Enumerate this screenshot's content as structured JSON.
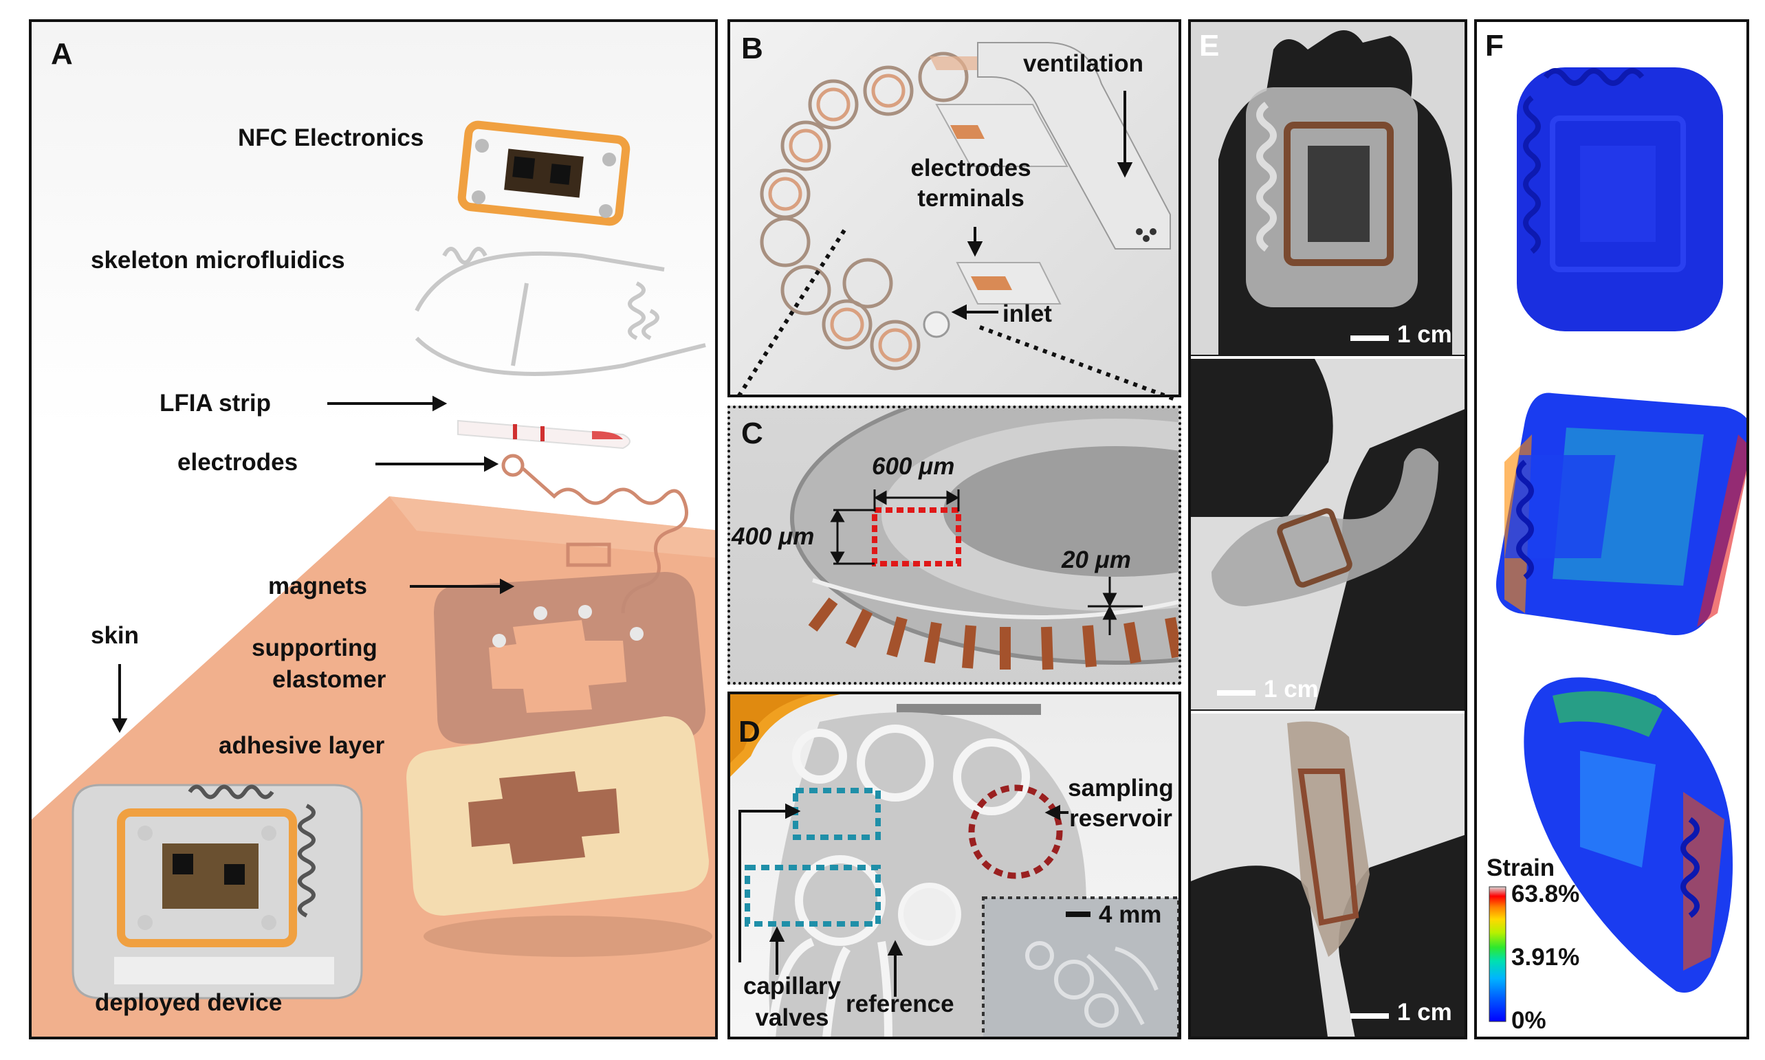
{
  "panels": {
    "a": {
      "letter": "A",
      "labels": {
        "nfc": "NFC Electronics",
        "skeleton": "skeleton microfluidics",
        "lfia": "LFIA strip",
        "electrodes": "electrodes",
        "magnets": "magnets",
        "skin": "skin",
        "supporting_1": "supporting",
        "supporting_2": "elastomer",
        "adhesive": "adhesive layer",
        "deployed": "deployed device"
      }
    },
    "b": {
      "letter": "B",
      "labels": {
        "ventilation": "ventilation",
        "electrodes_1": "electrodes",
        "electrodes_2": "terminals",
        "inlet": "inlet"
      }
    },
    "c": {
      "letter": "C",
      "labels": {
        "d600": "600 μm",
        "d400": "400 μm",
        "d20": "20 μm"
      }
    },
    "d": {
      "letter": "D",
      "labels": {
        "sampling_1": "sampling",
        "sampling_2": "reservoir",
        "capillary_1": "capillary",
        "capillary_2": "valves",
        "reference": "reference",
        "scale": "4 mm"
      }
    },
    "e": {
      "letter": "E",
      "scale_labels": [
        "1 cm",
        "1 cm",
        "1 cm"
      ]
    },
    "f": {
      "letter": "F",
      "legend": {
        "title": "Strain",
        "ticks": [
          "63.8%",
          "3.91%",
          "0%"
        ],
        "colors": [
          "#d9d9d9",
          "#ff0000",
          "#ff7f00",
          "#ffd800",
          "#b8f000",
          "#2ee82e",
          "#00e0b0",
          "#00b4ff",
          "#0060ff",
          "#0000ff"
        ]
      }
    }
  },
  "colors": {
    "skin": "#f1b08d",
    "copper": "#d98a55",
    "nfc_gold": "#f0a040",
    "fem_blue": "#1a2fe0",
    "teal_box": "#1f8fa8",
    "red_box": "#e01818",
    "darkred_circle": "#9a2020"
  }
}
